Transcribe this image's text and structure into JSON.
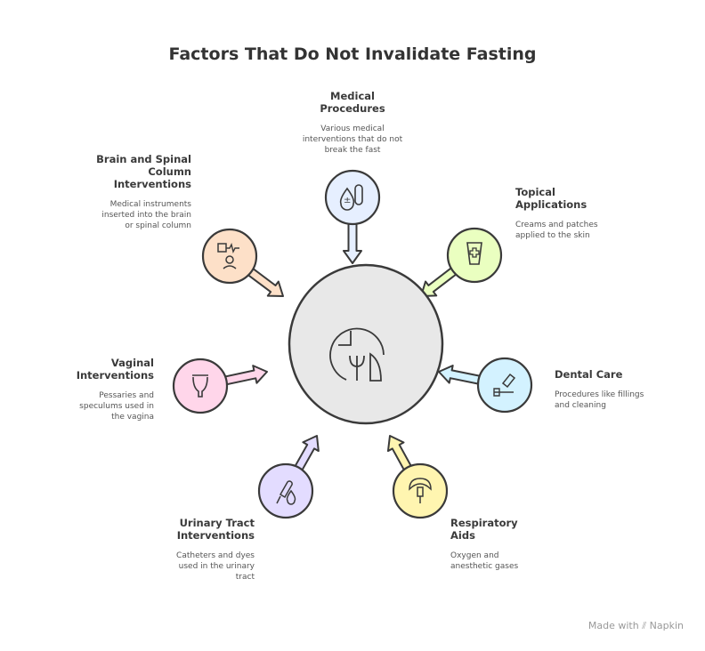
{
  "title": "Factors That Do Not Invalidate Fasting",
  "center": {
    "icon": "fasting-fork-moon-icon",
    "color": "#e8e8e8"
  },
  "nodes": [
    {
      "id": "medical",
      "label": "Medical Procedures",
      "description": "Various medical interventions that do not break the fast",
      "icon": "blood-drop-test-tube-icon",
      "color": "#e6efff"
    },
    {
      "id": "brain",
      "label": "Brain and Spinal Column Interventions",
      "description": "Medical instruments inserted into the brain or spinal column",
      "icon": "brain-scan-patient-icon",
      "color": "#fde0c8"
    },
    {
      "id": "topical",
      "label": "Topical Applications",
      "description": "Creams and patches applied to the skin",
      "icon": "cream-tube-icon",
      "color": "#eaffc0"
    },
    {
      "id": "vaginal",
      "label": "Vaginal Interventions",
      "description": "Pessaries and speculums used in the vagina",
      "icon": "menstrual-cup-icon",
      "color": "#ffd6ea"
    },
    {
      "id": "dental",
      "label": "Dental Care",
      "description": "Procedures like fillings and cleaning",
      "icon": "toothbrush-toothpaste-icon",
      "color": "#d3f2ff"
    },
    {
      "id": "urinary",
      "label": "Urinary Tract Interventions",
      "description": "Catheters and dyes used in the urinary tract",
      "icon": "catheter-drop-icon",
      "color": "#e3dcff"
    },
    {
      "id": "respiratory",
      "label": "Respiratory Aids",
      "description": "Oxygen and anesthetic gases",
      "icon": "oxygen-mask-icon",
      "color": "#fff5b0"
    }
  ],
  "footer": {
    "made_with": "Made with",
    "brand": "Napkin"
  }
}
